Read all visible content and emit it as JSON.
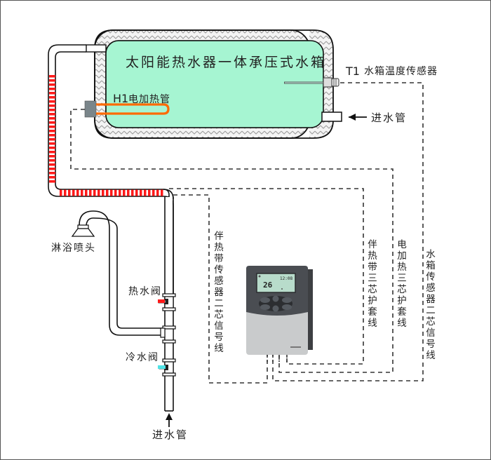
{
  "tank": {
    "title": "太阳能热水器一体承压式水箱",
    "heater_label_code": "H1",
    "heater_label_text": "电加热管",
    "fill_color": "#a6f5d2",
    "heater_color": "#ff6a00"
  },
  "sensor": {
    "code": "T1",
    "text": "水箱温度传感器"
  },
  "inlet_tank_label": "进水管",
  "shower_label": "淋浴喷头",
  "hot_valve_label": "热水阀",
  "cold_valve_label": "冷水阀",
  "inlet_bottom_label": "进水管",
  "vertical_labels": {
    "trace_sensor_wire": "伴热带传感器二芯信号线",
    "trace_power_wire": "伴热带三芯护套线",
    "heater_power_wire": "电加热三芯护套线",
    "tank_sensor_wire": "水箱传感器二芯信号线"
  },
  "controller": {
    "display_temp": "26",
    "display_time": "12:08",
    "buttons": [
      "up",
      "down",
      "left-top",
      "left-bottom",
      "right-top",
      "right-bottom"
    ]
  },
  "colors": {
    "hot_valve": "#ff1a1a",
    "cold_valve": "#4fe3e6",
    "heat_trace": "#ff1a1a"
  }
}
